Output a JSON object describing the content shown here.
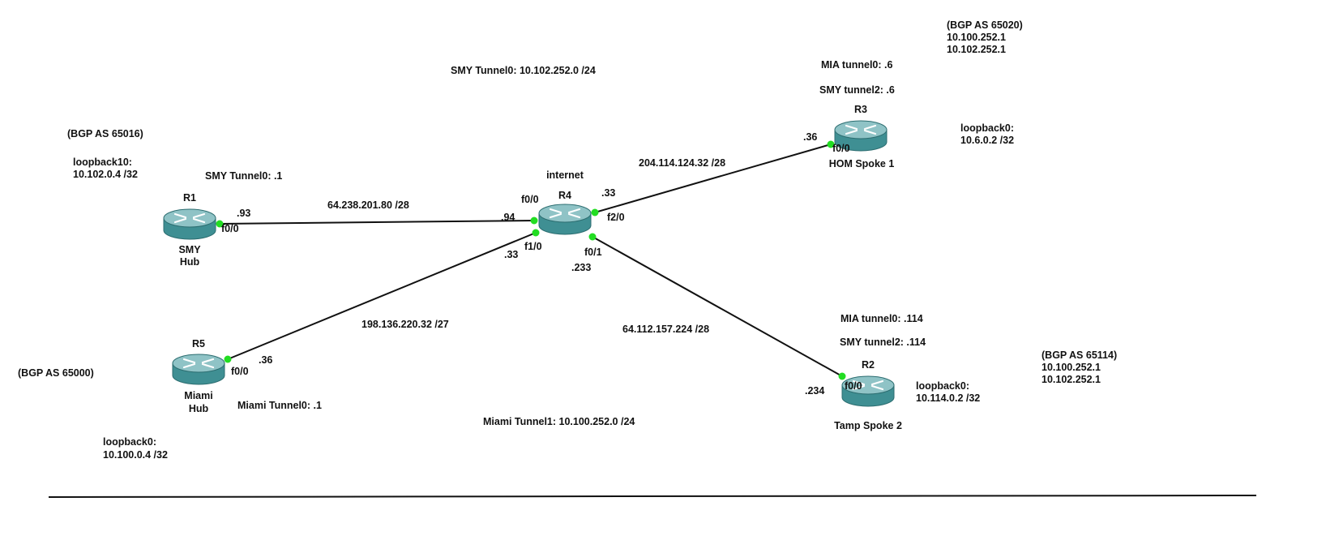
{
  "colors": {
    "background": "#ffffff",
    "link": "#111111",
    "port_dot": "#22dd22",
    "router_top": "#8fc3c6",
    "router_body": "#3f8f93",
    "router_dark": "#2c6d70",
    "text": "#111111"
  },
  "routers": [
    {
      "id": "R1",
      "name": "R1",
      "label_lines": [
        "SMY",
        "Hub"
      ],
      "icon": "router-icon"
    },
    {
      "id": "R4",
      "name": "R4",
      "label_lines": [
        "internet"
      ],
      "icon": "router-icon"
    },
    {
      "id": "R3",
      "name": "R3",
      "label_lines": [
        "HOM Spoke 1"
      ],
      "icon": "router-icon"
    },
    {
      "id": "R5",
      "name": "R5",
      "label_lines": [
        "Miami",
        "Hub"
      ],
      "icon": "router-icon"
    },
    {
      "id": "R2",
      "name": "R2",
      "label_lines": [
        "Tamp Spoke 2"
      ],
      "icon": "router-icon"
    }
  ],
  "links": [
    {
      "id": "r1-r4",
      "from": "R1",
      "to": "R4",
      "subnet": "64.238.201.80 /28",
      "from_if": "f0/0",
      "from_ip": ".93",
      "to_if": "f0/0",
      "to_ip": ".94"
    },
    {
      "id": "r4-r3",
      "from": "R4",
      "to": "R3",
      "subnet": "204.114.124.32 /28",
      "from_if": "f2/0",
      "from_ip": ".33",
      "to_if": "f0/0",
      "to_ip": ".36"
    },
    {
      "id": "r4-r5",
      "from": "R4",
      "to": "R5",
      "subnet": "198.136.220.32 /27",
      "from_if": "f1/0",
      "from_ip": ".33",
      "to_if": "f0/0",
      "to_ip": ".36"
    },
    {
      "id": "r4-r2",
      "from": "R4",
      "to": "R2",
      "subnet": "64.112.157.224 /28",
      "from_if": "f0/1",
      "from_ip": ".233",
      "to_if": "f0/0",
      "to_ip": ".234"
    }
  ],
  "annotations": {
    "smy_tunnel0_net": "SMY Tunnel0: 10.102.252.0 /24",
    "miami_tunnel1_net": "Miami Tunnel1: 10.100.252.0 /24",
    "r1_bgp": "(BGP AS 65016)",
    "r1_loopback": [
      "loopback10:",
      "10.102.0.4 /32"
    ],
    "r1_tunnel": "SMY Tunnel0: .1",
    "r5_bgp": "(BGP AS 65000)",
    "r5_tunnel": "Miami Tunnel0: .1",
    "r5_loopback": [
      "loopback0:",
      "10.100.0.4 /32"
    ],
    "r3_bgp": [
      "(BGP AS 65020)",
      "10.100.252.1",
      "10.102.252.1"
    ],
    "r3_mia_tunnel": "MIA tunnel0: .6",
    "r3_smy_tunnel": "SMY tunnel2: .6",
    "r3_loopback": [
      "loopback0:",
      "10.6.0.2 /32"
    ],
    "r2_mia_tunnel": "MIA tunnel0: .114",
    "r2_smy_tunnel": "SMY tunnel2: .114",
    "r2_loopback": [
      "loopback0:",
      "10.114.0.2 /32"
    ],
    "r2_bgp": [
      "(BGP AS 65114)",
      "10.100.252.1",
      "10.102.252.1"
    ]
  }
}
